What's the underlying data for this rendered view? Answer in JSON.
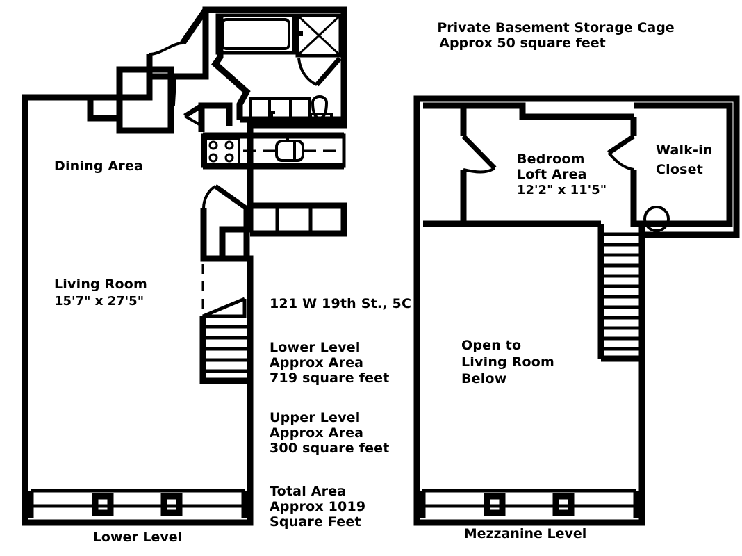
{
  "document": {
    "type": "real-estate-floor-plan",
    "address_label": "121 W 19th St., 5C"
  },
  "notes": {
    "storage_line1": "Private Basement Storage Cage",
    "storage_line2": "Approx 50 square feet"
  },
  "areas": {
    "lower_line1": "Lower Level",
    "lower_line2": "Approx Area",
    "lower_line3": "719 square feet",
    "upper_line1": "Upper Level",
    "upper_line2": "Approx Area",
    "upper_line3": "300 square feet",
    "total_line1": "Total Area",
    "total_line2": "Approx 1019",
    "total_line3": "Square Feet"
  },
  "lower_level": {
    "caption": "Lower Level",
    "rooms": [
      {
        "name": "Dining Area",
        "label": "Dining Area",
        "dimensions": ""
      },
      {
        "name": "Living Room",
        "label": "Living Room",
        "dimensions": "15'7\" x 27'5\""
      }
    ],
    "fixtures": [
      "bathtub",
      "shower-stall",
      "toilet",
      "vanity-sink",
      "stove-range",
      "kitchen-sink",
      "base-cabinets",
      "entry-closet",
      "staircase",
      "window-wall"
    ]
  },
  "mezzanine_level": {
    "caption": "Mezzanine Level",
    "rooms": [
      {
        "name": "Bedroom Loft Area",
        "label_line1": "Bedroom",
        "label_line2": "Loft Area",
        "dimensions": "12'2\" x 11'5\""
      },
      {
        "name": "Walk-in Closet",
        "label_line1": "Walk-in",
        "label_line2": "Closet",
        "dimensions": ""
      },
      {
        "name": "Open to Living Room Below",
        "label_line1": "Open to",
        "label_line2": "Living Room",
        "label_line3": "Below",
        "dimensions": ""
      }
    ],
    "fixtures": [
      "double-door",
      "closet-door",
      "round-column",
      "staircase",
      "window-wall"
    ]
  },
  "colors": {
    "background": "#ffffff",
    "wall": "#000000",
    "text": "#000000"
  }
}
